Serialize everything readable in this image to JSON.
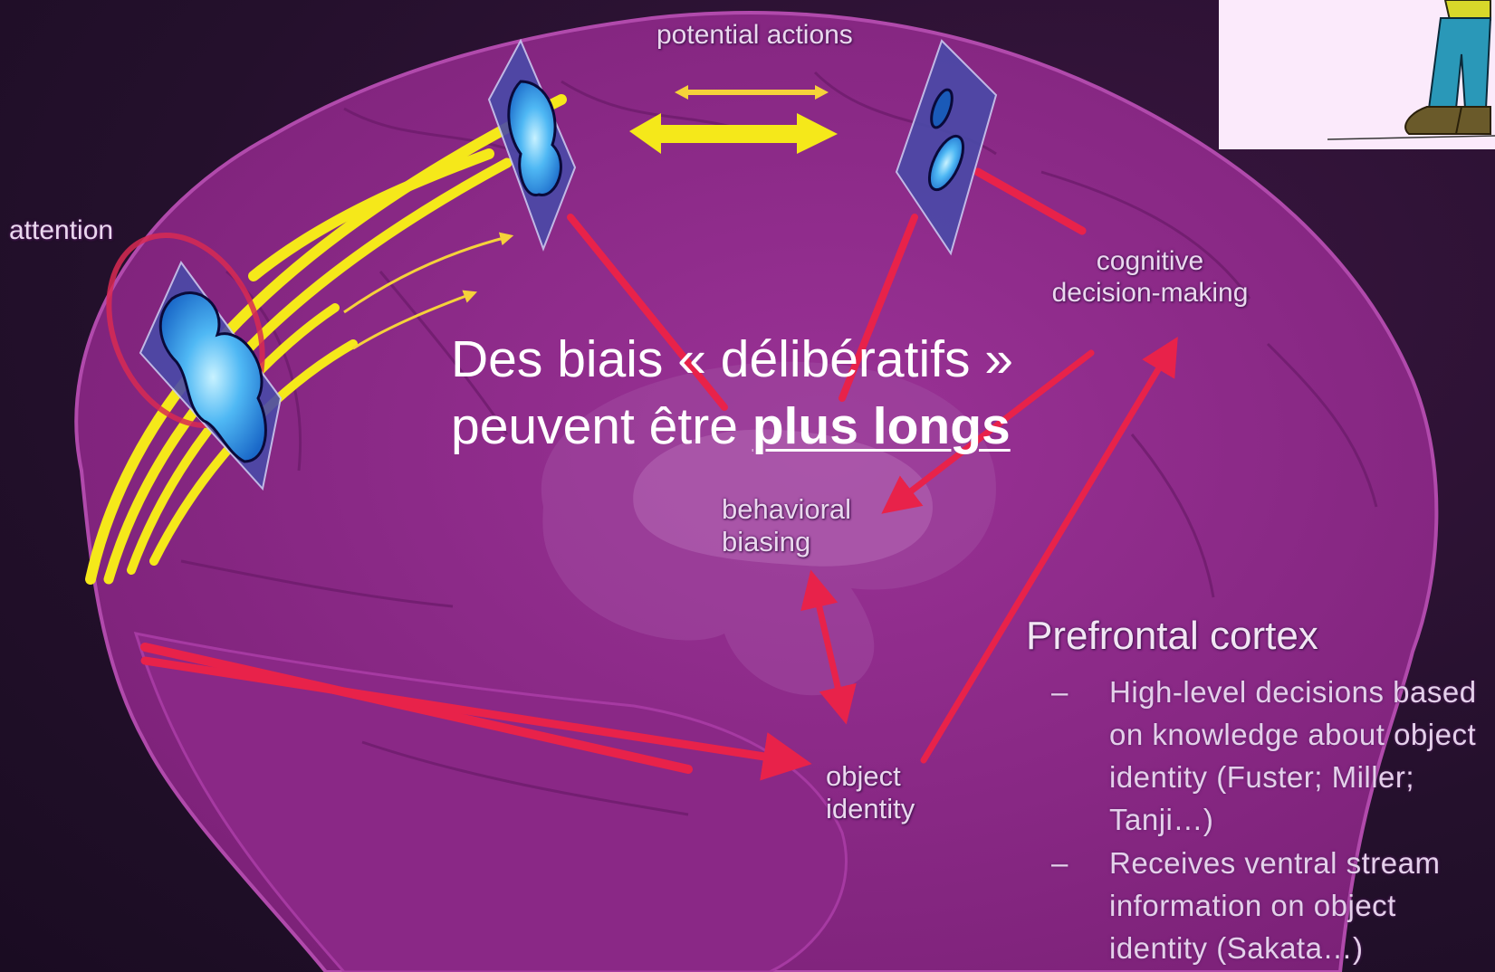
{
  "labels": {
    "attention": "attention",
    "potential_actions": "potential actions",
    "cognitive_line1": "cognitive",
    "cognitive_line2": "decision-making",
    "behavioral_line1": "behavioral",
    "behavioral_line2": "biasing",
    "object_line1": "object",
    "object_line2": "identity"
  },
  "headline": {
    "line1": "Des biais « délibératifs »",
    "line2_plain": "peuvent être ",
    "line2_emphasis": "plus longs"
  },
  "prefrontal": {
    "title": "Prefrontal cortex",
    "bullets": [
      {
        "dash": "–",
        "text": "High-level decisions based on knowledge about object identity (Fuster; Miller; Tanji…)"
      },
      {
        "dash": "–",
        "text": "Receives ventral stream information on object identity (Sakata…)"
      }
    ]
  },
  "colors": {
    "brain": "#8e2a8c",
    "brain_edge": "#a63aa2",
    "arrow_red": "#e8224a",
    "arrow_yellow": "#f5e81a",
    "panel_blue": "#4a4aa8",
    "blob_blue": "#3aa8f0",
    "background": "#24102c"
  },
  "inset": {
    "icon": "cartoon-person-legs-icon"
  }
}
